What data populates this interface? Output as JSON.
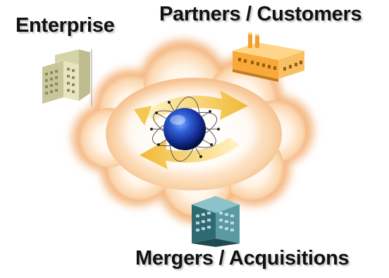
{
  "labels": {
    "enterprise": "Enterprise",
    "partners": "Partners / Customers",
    "mergers": "Mergers / Acquisitions"
  },
  "colors": {
    "cloud_outer": "#f7c89a",
    "cloud_inner": "#fff6ec",
    "arrow": "#f3c243",
    "globe_dark": "#0b1f6a",
    "globe_light": "#4f86ff",
    "building_enterprise": "#d8d7a6",
    "building_partners": "#f7a93a",
    "building_mergers": "#3f7e86"
  },
  "icons": {
    "center": "globe-network-icon",
    "enterprise": "office-building-icon",
    "partners": "factory-building-icon",
    "mergers": "data-center-building-icon"
  }
}
